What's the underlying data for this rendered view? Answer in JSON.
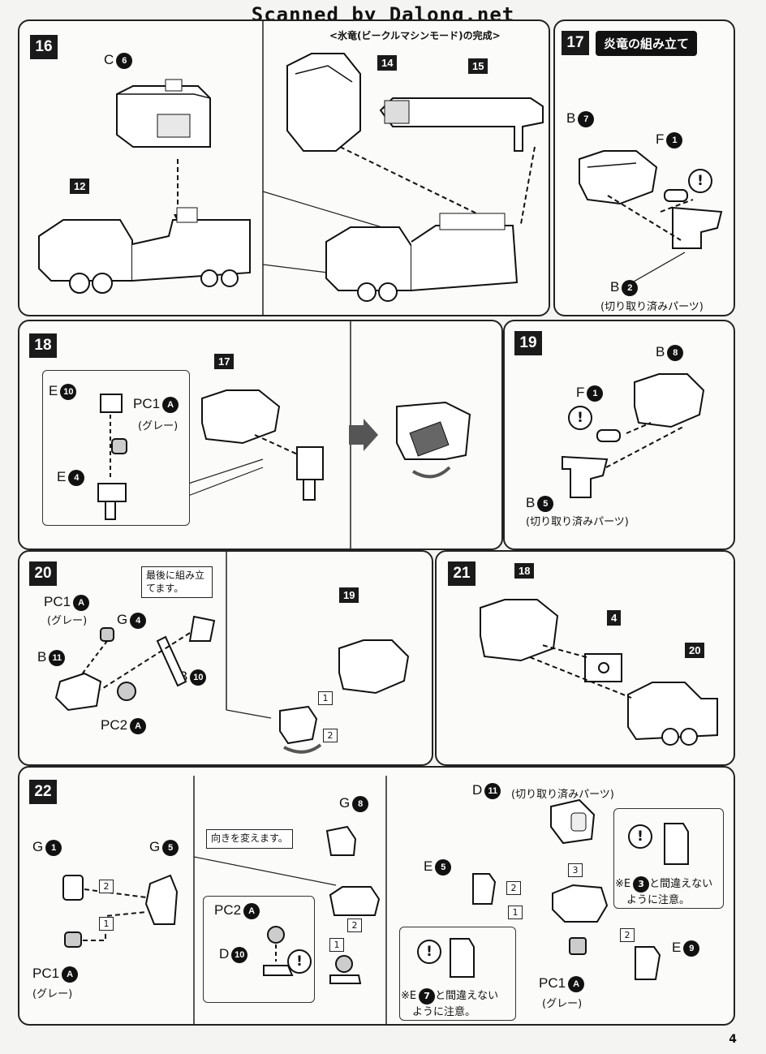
{
  "watermark": "Scanned by Dalong.net",
  "page_number": "4",
  "steps": {
    "s16": {
      "number": "16",
      "caption": "<氷竜(ビークルマシンモード)の完成>",
      "labels": {
        "c6": "C",
        "c6n": "6",
        "p12": "12",
        "p14": "14",
        "p15": "15"
      }
    },
    "s17": {
      "number": "17",
      "title": "炎竜の組み立て",
      "labels": {
        "b7": "B",
        "b7n": "7",
        "f1": "F",
        "f1n": "1",
        "b2": "B",
        "b2n": "2",
        "cut": "(切り取り済みパーツ)"
      }
    },
    "s18": {
      "number": "18",
      "labels": {
        "p17": "17",
        "e10": "E",
        "e10n": "10",
        "pc1": "PC1",
        "pc1n": "A",
        "grey": "(グレー)",
        "e4": "E",
        "e4n": "4"
      }
    },
    "s19": {
      "number": "19",
      "labels": {
        "b8": "B",
        "b8n": "8",
        "f1": "F",
        "f1n": "1",
        "b5": "B",
        "b5n": "5",
        "cut": "(切り取り済みパーツ)"
      }
    },
    "s20": {
      "number": "20",
      "labels": {
        "pc1": "PC1",
        "pc1n": "A",
        "grey": "(グレー)",
        "note": "最後に組み立てます。",
        "g4": "G",
        "g4n": "4",
        "b11": "B",
        "b11n": "11",
        "b10": "B",
        "b10n": "10",
        "pc2": "PC2",
        "pc2n": "A",
        "p19": "19",
        "one": "1",
        "two": "2"
      }
    },
    "s21": {
      "number": "21",
      "labels": {
        "p18": "18",
        "p4": "4",
        "p20": "20"
      }
    },
    "s22": {
      "number": "22",
      "labels": {
        "g1": "G",
        "g1n": "1",
        "g5": "G",
        "g5n": "5",
        "pc1": "PC1",
        "pc1n": "A",
        "grey": "(グレー)",
        "turn": "向きを変えます。",
        "g8": "G",
        "g8n": "8",
        "pc2": "PC2",
        "pc2n": "A",
        "d10": "D",
        "d10n": "10",
        "d11": "D",
        "d11n": "11",
        "cut": "(切り取り済みパーツ)",
        "e5": "E",
        "e5n": "5",
        "warn1a": "※E",
        "warn1n": "3",
        "warn1b": "と間違えない",
        "warn1c": "ように注意。",
        "warn2a": "※E",
        "warn2n": "7",
        "warn2b": "と間違えない",
        "warn2c": "ように注意。",
        "e9": "E",
        "e9n": "9",
        "pc1b": "PC1",
        "pc1bn": "A",
        "greyb": "(グレー)",
        "one": "1",
        "two": "2",
        "three": "3"
      }
    }
  }
}
